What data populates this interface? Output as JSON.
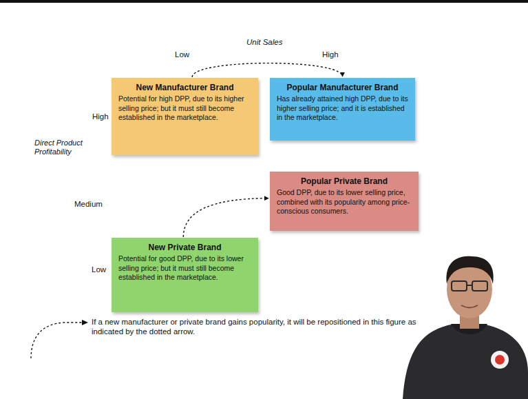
{
  "diagram": {
    "nodes": [
      {
        "text": [
          "New Manufacturer Brand",
          "Potential for high DPP, due to its higher selling price; but it must still become established in the marketplace."
        ]
      },
      {
        "text": [
          "Popular Manufacturer Brand",
          "Has already attained high DPP, due to its higher selling price; and it is established in the marketplace."
        ]
      },
      {
        "text": [
          "Popular Private Brand",
          "Good DPP, due to its lower selling price, combined with its popularity among price-conscious consumers."
        ]
      },
      {
        "text": [
          "New Private Brand",
          "Potential for good DPP, due to its lower selling price; but it must still become established in the marketplace."
        ]
      }
    ],
    "edges": [
      {
        "from": 0,
        "to": 1,
        "arrow": "to"
      },
      {
        "from": 3,
        "to": 2,
        "arrow": "to"
      }
    ],
    "labels": [
      "Unit Sales",
      "Low",
      "High",
      "Direct Product Profitability",
      "High",
      "Medium",
      "Low"
    ],
    "legend": [
      {
        "text": "If a new manufacturer or private brand gains popularity, it will be repositioned in this figure as indicated by the dotted arrow."
      }
    ]
  }
}
